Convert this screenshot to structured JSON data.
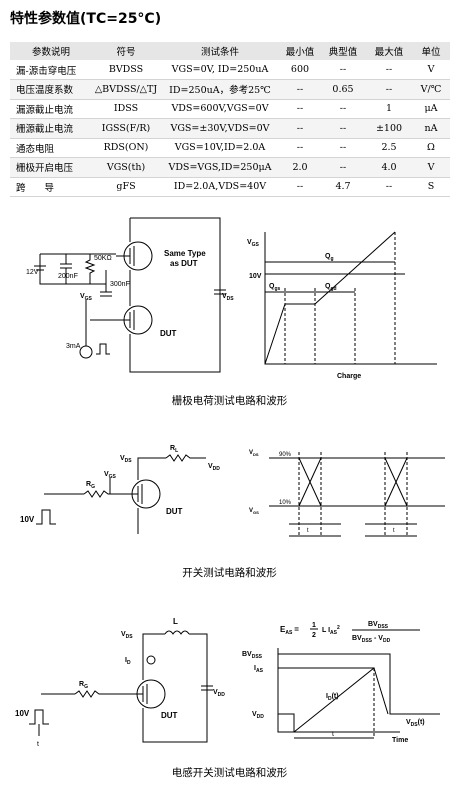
{
  "title": "特性参数值(TC=25°C)",
  "table": {
    "headers": [
      "参数说明",
      "符号",
      "测试条件",
      "最小值",
      "典型值",
      "最大值",
      "单位"
    ],
    "rows": [
      [
        "漏-源击穿电压",
        "BVDSS",
        "VGS=0V, ID=250uA",
        "600",
        "--",
        "--",
        "V"
      ],
      [
        "电压温度系数",
        "△BVDSS/△TJ",
        "ID=250uA，参考25℃",
        "--",
        "0.65",
        "--",
        "V/℃"
      ],
      [
        "漏源截止电流",
        "IDSS",
        "VDS=600V,VGS=0V",
        "--",
        "--",
        "1",
        "μA"
      ],
      [
        "栅源截止电流",
        "IGSS(F/R)",
        "VGS=±30V,VDS=0V",
        "--",
        "--",
        "±100",
        "nA"
      ],
      [
        "通态电阻",
        "RDS(ON)",
        "VGS=10V,ID=2.0A",
        "--",
        "--",
        "2.5",
        "Ω"
      ],
      [
        "栅极开启电压",
        "VGS(th)",
        "VDS=VGS,ID=250μA",
        "2.0",
        "--",
        "4.0",
        "V"
      ],
      [
        "跨　　导",
        "gFS",
        "ID=2.0A,VDS=40V",
        "--",
        "4.7",
        "--",
        "S"
      ]
    ]
  },
  "fig1": {
    "caption": "栅极电荷测试电路和波形",
    "circuit": {
      "v12": "12V",
      "c200": "200nF",
      "r50k": "50KΩ",
      "c300": "300nF",
      "same_type": "Same Type",
      "as_dut": "as DUT",
      "vgs": "V",
      "vgs_sub": "GS",
      "vds": "V",
      "vds_sub": "DS",
      "dut": "DUT",
      "ma3": "3mA"
    },
    "wave": {
      "vgs": "V",
      "vgs_sub": "GS",
      "v10": "10V",
      "qg": "Q",
      "qg_sub": "g",
      "qgs": "Q",
      "qgs_sub": "gs",
      "qgd": "Q",
      "qgd_sub": "gd",
      "charge": "Charge"
    }
  },
  "fig2": {
    "caption": "开关测试电路和波形",
    "circuit": {
      "vds": "V",
      "vds_sub": "DS",
      "rl": "R",
      "rl_sub": "L",
      "vdd": "V",
      "vdd_sub": "DD",
      "rg": "R",
      "rg_sub": "G",
      "vgs": "V",
      "vgs_sub": "GS",
      "dut": "DUT",
      "v10": "10V"
    },
    "wave": {
      "vds": "V",
      "vds_sub": "DS",
      "p90": "90%",
      "p10": "10%",
      "vgs": "V",
      "vgs_sub": "GS",
      "t": "t"
    }
  },
  "fig3": {
    "caption": "电感开关测试电路和波形",
    "circuit": {
      "vds": "V",
      "vds_sub": "DS",
      "l": "L",
      "id": "I",
      "id_sub": "D",
      "vdd": "V",
      "vdd_sub": "DD",
      "rg": "R",
      "rg_sub": "G",
      "dut": "DUT",
      "v10": "10V",
      "tp": "t"
    },
    "wave": {
      "eas": "E",
      "eas_sub": "AS",
      "eq": "=",
      "one": "1",
      "two": "2",
      "l": "L I",
      "las_sub": "AS",
      "sq": "2",
      "bvdss": "BV",
      "bvdss_sub": "DSS",
      "bv_minus": "BV",
      "bv_minus_sub": "DSS",
      "minus_vdd": "- V",
      "minus_vdd_sub": "DD",
      "y_bvdss": "BV",
      "y_bvdss_sub": "DSS",
      "y_ias": "I",
      "y_ias_sub": "AS",
      "y_vdd": "V",
      "y_vdd_sub": "DD",
      "idt": "I",
      "idt_sub": "D",
      "idt_t": "(t)",
      "vdst": "V",
      "vdst_sub": "DS",
      "vdst_t": "(t)",
      "tp": "t",
      "time": "Time"
    }
  }
}
